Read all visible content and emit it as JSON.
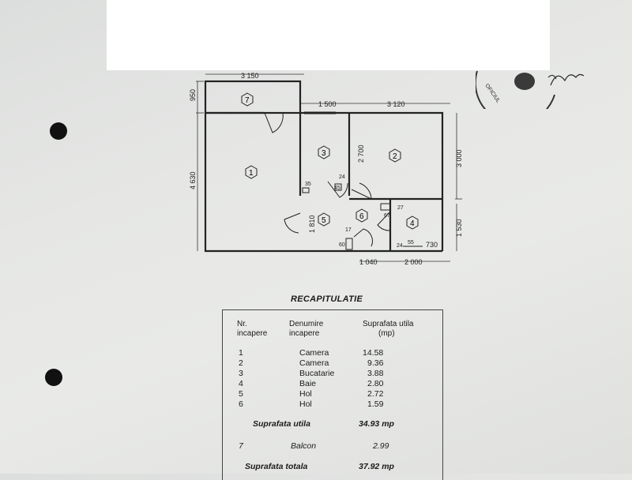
{
  "plan": {
    "dims": {
      "top_left": "3 150",
      "left_balcony": "950",
      "left_room1": "4 630",
      "mid_top": "1 500",
      "top_right": "3 120",
      "room2_inner": "2 700",
      "right_main": "3 000",
      "right_bath": "1 530",
      "hall_inner": "1 810",
      "bottom_mid": "1 040",
      "bottom_right": "2 000"
    },
    "small_labels": [
      "24",
      "35",
      "45",
      "27",
      "67",
      "17",
      "60",
      "55",
      "24",
      "730"
    ],
    "rooms": [
      "7",
      "1",
      "3",
      "2",
      "5",
      "6",
      "4"
    ]
  },
  "recap": {
    "title": "RECAPITULATIE",
    "headers": {
      "nr": [
        "Nr.",
        "incapere"
      ],
      "den": [
        "Denumire",
        "incapere"
      ],
      "sup": [
        "Suprafata utila",
        "(mp)"
      ]
    },
    "rows": [
      {
        "nr": "1",
        "den": "Camera",
        "sup": "14.58"
      },
      {
        "nr": "2",
        "den": "Camera",
        "sup": "9.36"
      },
      {
        "nr": "3",
        "den": "Bucatarie",
        "sup": "3.88"
      },
      {
        "nr": "4",
        "den": "Baie",
        "sup": "2.80"
      },
      {
        "nr": "5",
        "den": "Hol",
        "sup": "2.72"
      },
      {
        "nr": "6",
        "den": "Hol",
        "sup": "1.59"
      }
    ],
    "util_label": "Suprafata utila",
    "util_value": "34.93 mp",
    "balcony": {
      "nr": "7",
      "den": "Balcon",
      "sup": "2.99"
    },
    "total_label": "Suprafata totala",
    "total_value": "37.92 mp"
  },
  "stamp": {
    "text": "OFICIUL"
  }
}
